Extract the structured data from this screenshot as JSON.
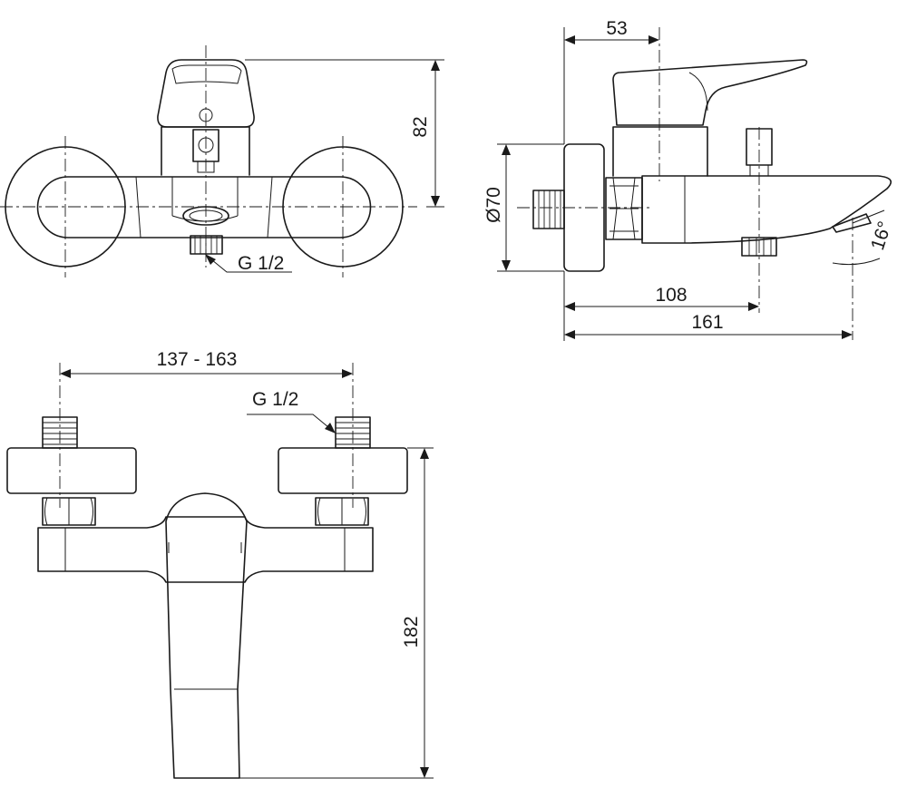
{
  "dimensions": {
    "front_height": "82",
    "front_thread": "G 1/2",
    "side_spout_offset": "53",
    "side_diameter": "Ø70",
    "side_spout_angle": "16°",
    "side_outlet_distance": "108",
    "side_total_length": "161",
    "top_inlet_spacing": "137 - 163",
    "top_inlet_thread": "G 1/2",
    "top_total_depth": "182"
  }
}
